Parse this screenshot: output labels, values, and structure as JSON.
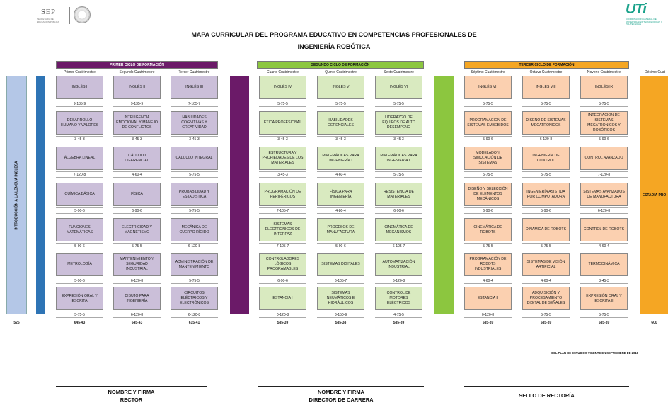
{
  "header": {
    "sep_logo": "SEP",
    "sep_sub": "SECRETARÍA DE EDUCACIÓN PÚBLICA",
    "uti_logo": "UTi",
    "uti_sub": "COORDINACIÓN GENERAL DE UNIVERSIDADES TECNOLÓGICAS Y POLITÉCNICAS",
    "title_line1": "MAPA CURRICULAR DEL PROGRAMA EDUCATIVO EN COMPETENCIAS PROFESIONALES DE",
    "title_line2": "INGENIERÍA ROBÓTICA"
  },
  "cycles": [
    "PRIMER CICLO DE FORMACIÓN",
    "SEGUNDO CICLO DE FORMACIÓN",
    "TERCER CICLO DE FORMACIÓN"
  ],
  "colors": {
    "violet": "#cbbfd9",
    "green": "#d9eac0",
    "orange": "#fbd0b0",
    "blue_bar": "#2e74b5",
    "light_blue_bar": "#b4c7e7",
    "purple_bar": "#6b1a68",
    "lime_bar": "#8cc63f",
    "orange_bar": "#f5a623"
  },
  "side_bars": {
    "english_intro": "INTRODUCCIÓN A LA LENGUA INGLESA",
    "internship": "ESTADÍA PRO"
  },
  "terms": [
    {
      "name": "Primer Cuatrimestre",
      "subjects": [
        {
          "n": "INGLÉS I",
          "c": "9-135-9"
        },
        {
          "n": "DESARROLLO HUMANO Y VALORES",
          "c": "3-45-3"
        },
        {
          "n": "ÁLGEBRA LINEAL",
          "c": "7-120-8"
        },
        {
          "n": "QUÍMICA BÁSICA",
          "c": "5-90-6"
        },
        {
          "n": "FUNCIONES MATEMÁTICAS",
          "c": "5-90-6"
        },
        {
          "n": "METROLOGÍA",
          "c": "5-90-6"
        },
        {
          "n": "EXPRESIÓN ORAL Y ESCRITA",
          "c": "5-75-5"
        }
      ],
      "credits": "645-43"
    },
    {
      "name": "Segundo Cuatrimestre",
      "subjects": [
        {
          "n": "INGLÉS II",
          "c": "9-135-9"
        },
        {
          "n": "INTELIGENCIA EMOCIONAL Y MANEJO DE CONFLICTOS",
          "c": "3-45-3"
        },
        {
          "n": "CÁLCULO DIFERENCIAL",
          "c": "4-60-4"
        },
        {
          "n": "FÍSICA",
          "c": "6-90-6"
        },
        {
          "n": "ELECTRICIDAD Y MAGNETISMO",
          "c": "5-75-5"
        },
        {
          "n": "MANTENIMIENTO Y SEGURIDAD INDUSTRIAL",
          "c": "6-120-8"
        },
        {
          "n": "DIBUJO PARA INGENIERÍA",
          "c": "6-120-8"
        }
      ],
      "credits": "645-43"
    },
    {
      "name": "Tercer Cuatrimestre",
      "subjects": [
        {
          "n": "INGLÉS III",
          "c": "7-105-7"
        },
        {
          "n": "HABILIDADES COGNITIVAS Y CREATIVIDAD",
          "c": "3-45-3"
        },
        {
          "n": "CÁLCULO INTEGRAL",
          "c": "5-75-5"
        },
        {
          "n": "PROBABILIDAD Y ESTADÍSTICA",
          "c": "5-75-5"
        },
        {
          "n": "MECÁNICA DE CUERPO RÍGIDO",
          "c": "6-120-8"
        },
        {
          "n": "ADMINISTRACIÓN DE MANTENIMIENTO",
          "c": "5-75-5"
        },
        {
          "n": "CIRCUITOS ELÉCTRICOS Y ELECTRÓNICOS",
          "c": "6-120-8"
        }
      ],
      "credits": "615-41"
    },
    {
      "name": "Cuarto Cuatrimestre",
      "subjects": [
        {
          "n": "INGLÉS IV",
          "c": "5-75-5"
        },
        {
          "n": "ÉTICA PROFESIONAL",
          "c": "3-45-3"
        },
        {
          "n": "ESTRUCTURA Y PROPIEDADES DE LOS MATERIALES",
          "c": "3-45-3"
        },
        {
          "n": "PROGRAMACIÓN DE PERIFÉRICOS",
          "c": "7-105-7"
        },
        {
          "n": "SISTEMAS ELECTRÓNICOS DE INTERFAZ",
          "c": "7-105-7"
        },
        {
          "n": "CONTROLADORES LÓGICOS PROGRAMABLES",
          "c": "6-90-6"
        },
        {
          "n": "ESTANCIA I",
          "c": "0-120-8"
        }
      ],
      "credits": "585-39"
    },
    {
      "name": "Quinto Cuatrimestre",
      "subjects": [
        {
          "n": "INGLÉS V",
          "c": "5-75-5"
        },
        {
          "n": "HABILIDADES GERENCIALES",
          "c": "3-45-3"
        },
        {
          "n": "MATEMÁTICAS PARA INGENIERÍA I",
          "c": "4-60-4"
        },
        {
          "n": "FÍSICA PARA INGENIERÍA",
          "c": "4-80-4"
        },
        {
          "n": "PROCESOS DE MANUFACTURA",
          "c": "5-90-6"
        },
        {
          "n": "SISTEMAS DIGITALES",
          "c": "6-105-7"
        },
        {
          "n": "SISTEMAS NEUMÁTICOS E HIDRÁULICOS",
          "c": "8-150-9"
        }
      ],
      "credits": "585-38"
    },
    {
      "name": "Sexto Cuatrimestre",
      "subjects": [
        {
          "n": "INGLÉS VI",
          "c": "5-75-5"
        },
        {
          "n": "LIDERAZGO DE EQUIPOS DE ALTO DESEMPEÑO",
          "c": "3-45-3"
        },
        {
          "n": "MATEMÁTICAS PARA INGENIERÍA II",
          "c": "5-75-5"
        },
        {
          "n": "RESISTENCIA DE MATERIALES",
          "c": "6-90-6"
        },
        {
          "n": "CINEMÁTICA DE MECANISMOS",
          "c": "6-105-7"
        },
        {
          "n": "AUTOMATIZACIÓN INDUSTRIAL",
          "c": "6-120-8"
        },
        {
          "n": "CONTROL DE MOTORES ELÉCTRICOS",
          "c": "4-75-5"
        }
      ],
      "credits": "585-39"
    },
    {
      "name": "Séptimo Cuatrimestre",
      "subjects": [
        {
          "n": "INGLÉS VII",
          "c": "5-75-5"
        },
        {
          "n": "PROGRAMACIÓN DE SISTEMAS EMBEBIDOS",
          "c": "5-90-6"
        },
        {
          "n": "MODELADO Y SIMULACIÓN DE SISTEMAS",
          "c": "5-75-5"
        },
        {
          "n": "DISEÑO Y SELECCIÓN DE ELEMENTOS MECÁNICOS",
          "c": "6-90-6"
        },
        {
          "n": "CINEMÁTICA DE ROBOTS",
          "c": "5-75-5"
        },
        {
          "n": "PROGRAMACIÓN DE ROBOTS INDUSTRIALES",
          "c": "4-60-4"
        },
        {
          "n": "ESTANCIA II",
          "c": "0-120-8"
        }
      ],
      "credits": "585-39"
    },
    {
      "name": "Octavo Cuatrimestre",
      "subjects": [
        {
          "n": "INGLÉS VIII",
          "c": "5-75-5"
        },
        {
          "n": "DISEÑO DE SISTEMAS MECATRÓNICOS",
          "c": "6-120-8"
        },
        {
          "n": "INGENIERÍA DE CONTROL",
          "c": "5-75-5"
        },
        {
          "n": "INGENIERÍA ASISTIDA POR COMPUTADORA",
          "c": "5-90-6"
        },
        {
          "n": "DINÁMICA DE ROBOTS",
          "c": "5-75-5"
        },
        {
          "n": "SISTEMAS DE VISIÓN ARTIFICIAL",
          "c": "4-60-4"
        },
        {
          "n": "ADQUISICIÓN Y PROCESAMIENTO DIGITAL DE SEÑALES",
          "c": "5-75-5"
        }
      ],
      "credits": "585-39"
    },
    {
      "name": "Noveno Cuatrimestre",
      "subjects": [
        {
          "n": "INGLÉS IX",
          "c": "5-75-5"
        },
        {
          "n": "INTEGRACIÓN DE SISTEMAS MECATRÓNICOS Y ROBÓTICOS",
          "c": "5-90-6"
        },
        {
          "n": "CONTROL AVANZADO",
          "c": "7-120-8"
        },
        {
          "n": "SISTEMAS AVANZADOS DE MANUFACTURA",
          "c": "6-120-8"
        },
        {
          "n": "CONTROL DE ROBOTS",
          "c": "4-60-4"
        },
        {
          "n": "TERMODINÁMICA",
          "c": "3-45-3"
        },
        {
          "n": "EXPRESIÓN ORAL Y ESCRITA II",
          "c": "5-75-5"
        }
      ],
      "credits": "585-39"
    }
  ],
  "tenth_term": "Décimo Cuat",
  "extra_credits": {
    "intro": "525",
    "tenth": "600"
  },
  "footer": {
    "note": "DEL PLAN DE ESTUDIOS VIGENTE EN SEPTIEMBRE DE 2018",
    "sig1_a": "NOMBRE Y FIRMA",
    "sig1_b": "RECTOR",
    "sig2_a": "NOMBRE Y FIRMA",
    "sig2_b": "DIRECTOR DE CARRERA",
    "sig3_a": "SELLO DE RECTORÍA"
  }
}
